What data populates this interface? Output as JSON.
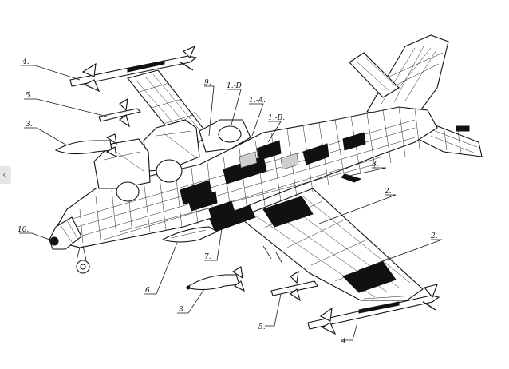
{
  "diagram": {
    "callouts": [
      {
        "id": "c-4-top",
        "text": "4."
      },
      {
        "id": "c-5-top",
        "text": "5."
      },
      {
        "id": "c-3-top",
        "text": "3."
      },
      {
        "id": "c-9",
        "text": "9."
      },
      {
        "id": "c-1d",
        "text": "1.-D"
      },
      {
        "id": "c-1a",
        "text": "1.-A."
      },
      {
        "id": "c-1b",
        "text": "1.-B."
      },
      {
        "id": "c-8",
        "text": "8."
      },
      {
        "id": "c-2-top",
        "text": "2."
      },
      {
        "id": "c-10",
        "text": "10."
      },
      {
        "id": "c-7",
        "text": "7."
      },
      {
        "id": "c-6",
        "text": "6."
      },
      {
        "id": "c-3-bottom",
        "text": "3."
      },
      {
        "id": "c-5-bottom",
        "text": "5."
      },
      {
        "id": "c-2-bottom",
        "text": "2."
      },
      {
        "id": "c-4-bottom",
        "text": "4."
      }
    ]
  },
  "nav": {
    "prev_icon": "chevron-left-icon",
    "prev_glyph": "‹"
  }
}
